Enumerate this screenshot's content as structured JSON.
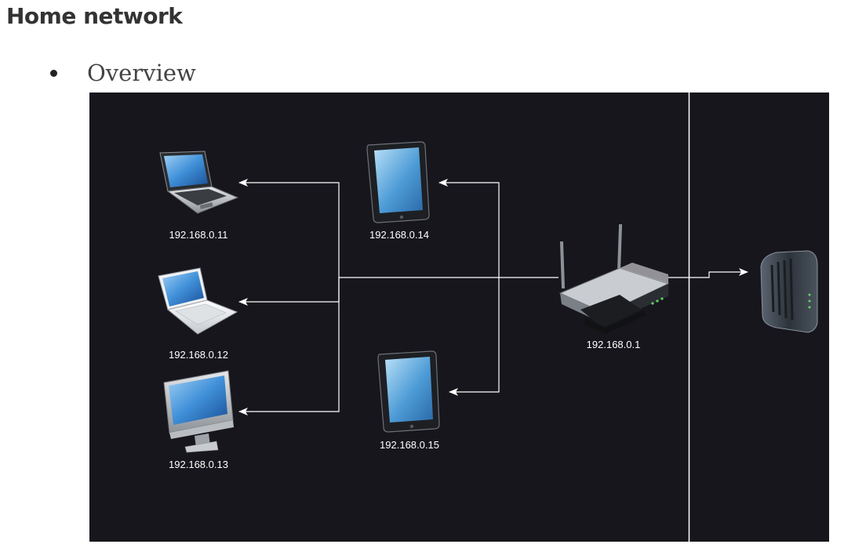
{
  "page": {
    "title": "Home network",
    "bullet_label": "Overview"
  },
  "diagram": {
    "background": "#18161d",
    "line_color": "#ffffff",
    "devices": {
      "laptop_1": {
        "icon": "laptop-icon",
        "ip": "192.168.0.11"
      },
      "laptop_2": {
        "icon": "laptop-white-icon",
        "ip": "192.168.0.12"
      },
      "desktop": {
        "icon": "imac-desktop-icon",
        "ip": "192.168.0.13"
      },
      "tablet_1": {
        "icon": "tablet-icon",
        "ip": "192.168.0.14"
      },
      "tablet_2": {
        "icon": "tablet-icon",
        "ip": "192.168.0.15"
      },
      "router": {
        "icon": "wireless-router-icon",
        "ip": "192.168.0.1"
      },
      "modem": {
        "icon": "cable-modem-icon"
      }
    }
  }
}
